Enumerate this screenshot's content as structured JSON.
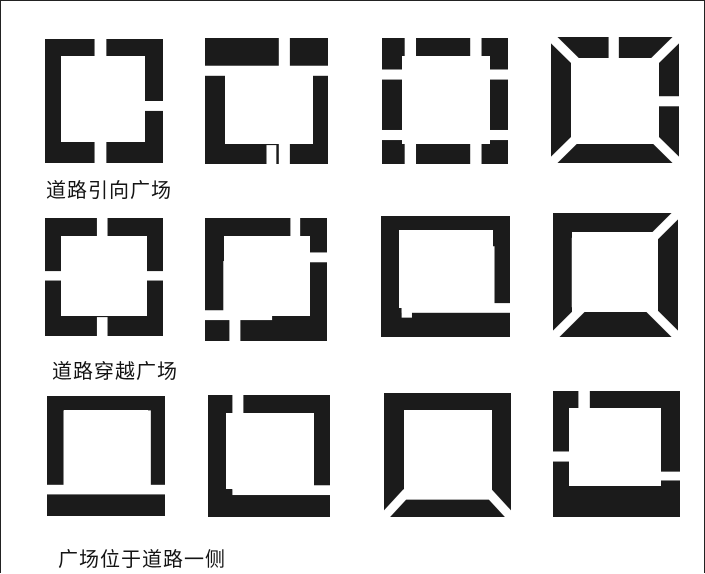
{
  "colors": {
    "ink": "#1b1b1b",
    "paper": "#ffffff"
  },
  "rows": [
    {
      "caption": "道路引向广场",
      "figures": [
        {
          "variant": "cross-mid-arms"
        },
        {
          "variant": "offset-grid"
        },
        {
          "variant": "grid-through"
        },
        {
          "variant": "diagonal-corners"
        }
      ]
    },
    {
      "caption": "道路穿越广场",
      "figures": [
        {
          "variant": "through-horizontal"
        },
        {
          "variant": "through-corner-cross"
        },
        {
          "variant": "through-L-right"
        },
        {
          "variant": "diagonal-two-corners"
        }
      ]
    },
    {
      "caption": "广场位于道路一侧",
      "figures": [
        {
          "variant": "side-bottom-road"
        },
        {
          "variant": "side-L-left"
        },
        {
          "variant": "side-diagonal-bottom"
        },
        {
          "variant": "side-left-notch"
        }
      ]
    }
  ]
}
